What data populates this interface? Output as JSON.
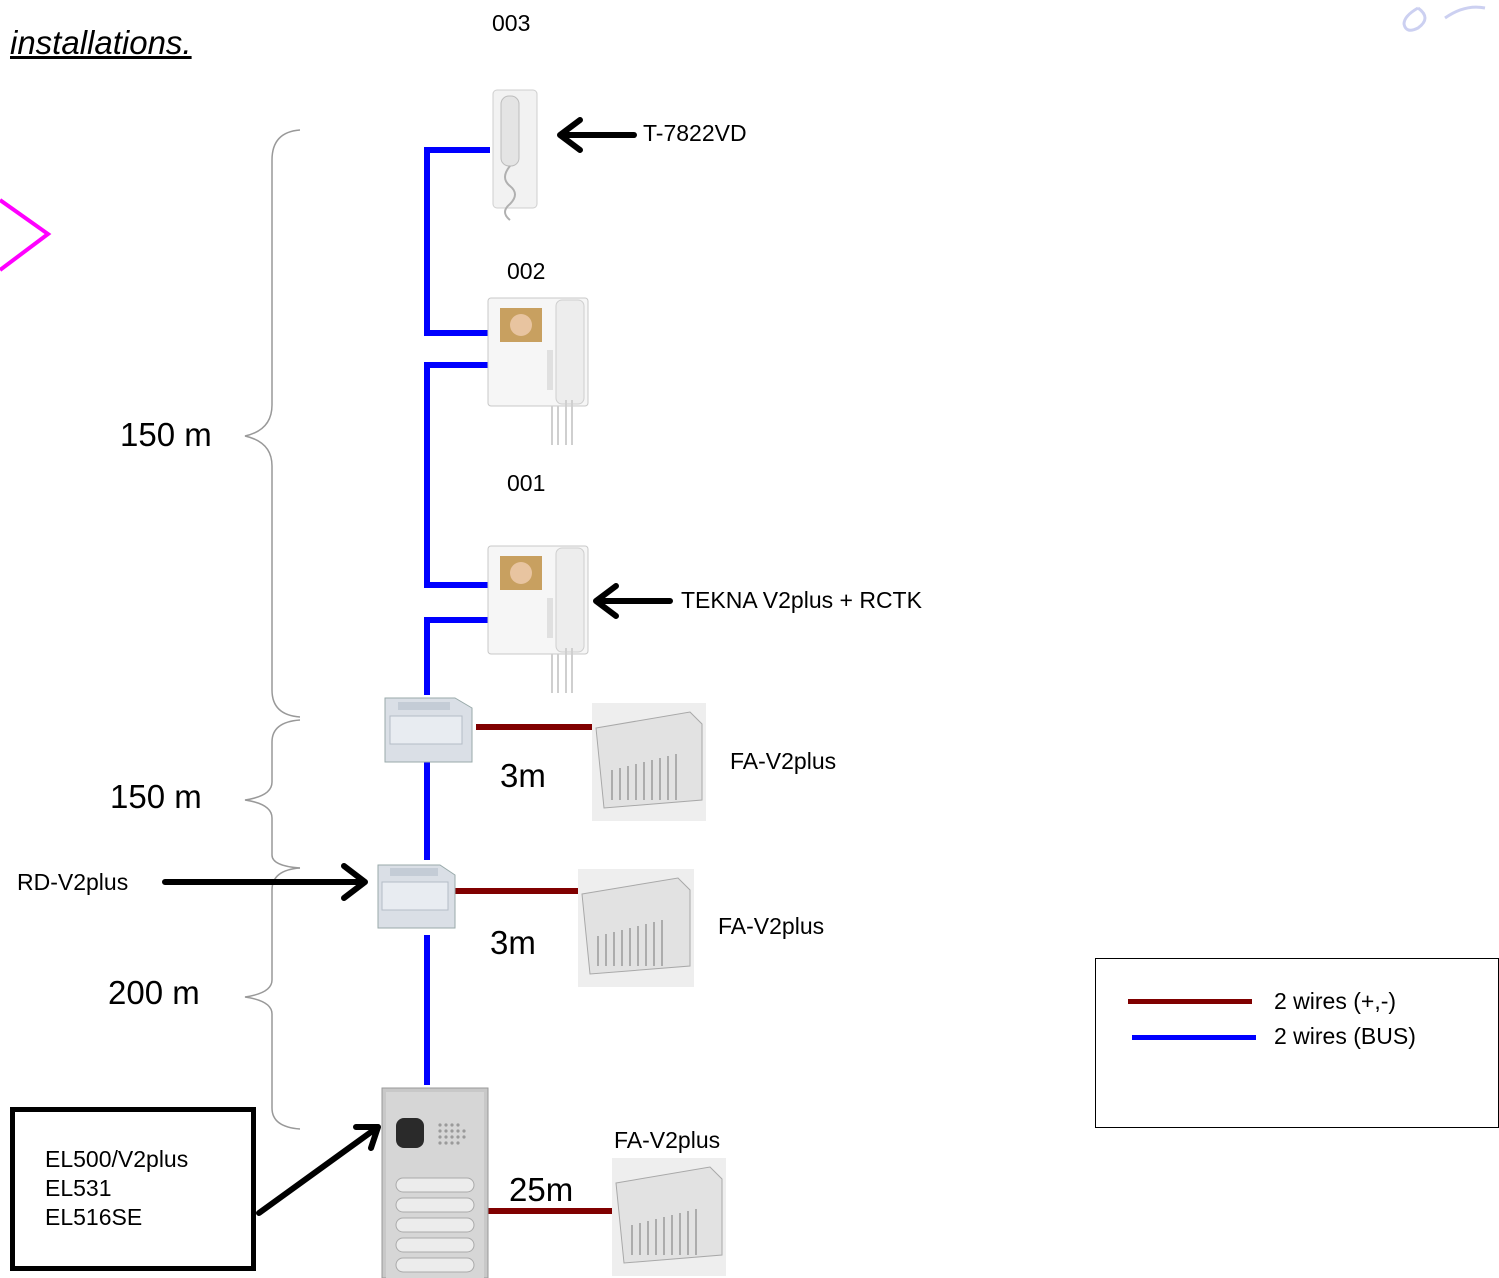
{
  "header": {
    "title": "installations."
  },
  "units": {
    "u003": {
      "number": "003",
      "model": "T-7822VD"
    },
    "u002": {
      "number": "002"
    },
    "u001": {
      "number": "001",
      "model": "TEKNA V2plus + RCTK"
    }
  },
  "distances": {
    "d1": "150 m",
    "d2": "150 m",
    "d3": "200 m"
  },
  "distributor": {
    "label": "RD-V2plus"
  },
  "power_supplies": [
    {
      "label": "FA-V2plus",
      "cable": "3m"
    },
    {
      "label": "FA-V2plus",
      "cable": "3m"
    },
    {
      "label": "FA-V2plus",
      "cable": "25m"
    }
  ],
  "panel_box": {
    "lines": [
      "EL500/V2plus",
      "EL531",
      "EL516SE"
    ]
  },
  "legend": {
    "items": [
      {
        "label": "2 wires (+,-)",
        "color": "#800000"
      },
      {
        "label": "2 wires (BUS)",
        "color": "#0000ff"
      }
    ]
  },
  "colors": {
    "bus": "#0000ff",
    "power": "#800000",
    "brace": "#9a9a9a",
    "accent": "#ff00ff"
  }
}
